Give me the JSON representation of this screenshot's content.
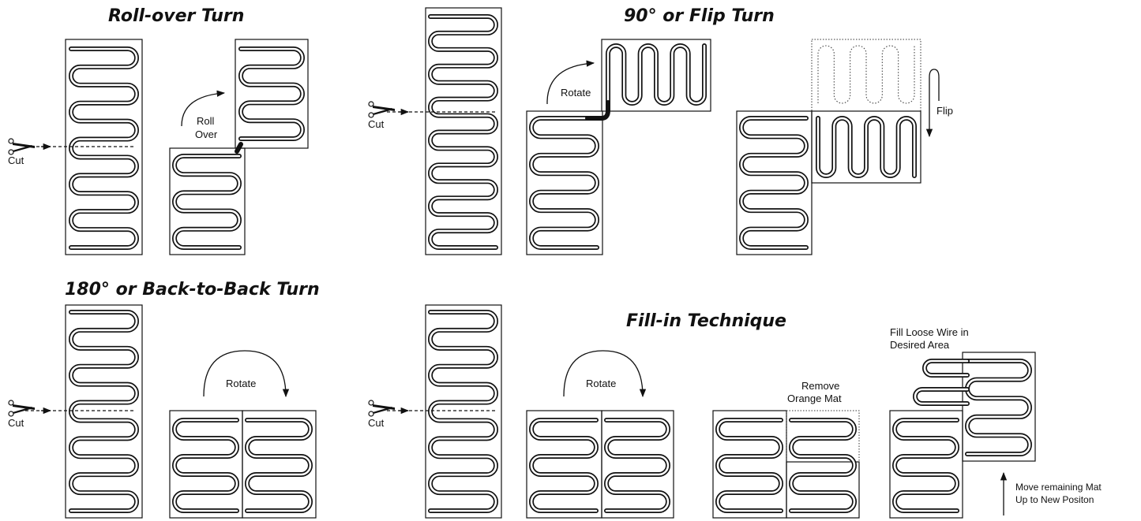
{
  "headings": {
    "rollover": "Roll-over Turn",
    "ninety": "90° or Flip Turn",
    "oneeighty": "180° or Back-to-Back Turn",
    "fillin": "Fill-in Technique"
  },
  "labels": {
    "cut": "Cut",
    "roll_line1": "Roll",
    "roll_line2": "Over",
    "rotate": "Rotate",
    "flip": "Flip",
    "remove_line1": "Remove",
    "remove_line2": "Orange Mat",
    "fill_line1": "Fill Loose Wire in",
    "fill_line2": "Desired Area",
    "move_line1": "Move remaining Mat",
    "move_line2": "Up to New Positon"
  },
  "colors": {
    "ink": "#111111",
    "background": "#ffffff"
  },
  "icons": {
    "scissors": "scissors-icon"
  }
}
